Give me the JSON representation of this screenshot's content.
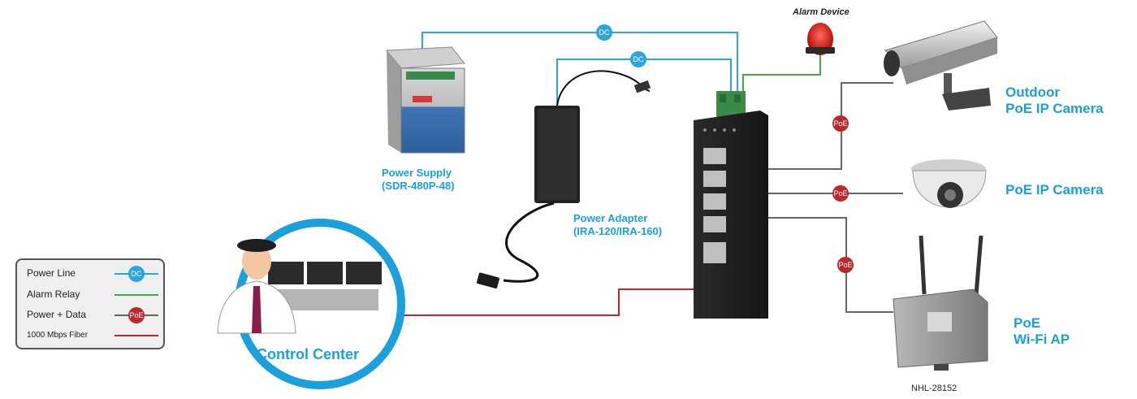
{
  "diagram": {
    "model": "NHL-28152",
    "alarm_device": "Alarm Device",
    "power_supply": {
      "name": "Power Supply",
      "model": "(SDR-480P-48)"
    },
    "power_adapter": {
      "name": "Power Adapter",
      "model": "(IRA-120/IRA-160)"
    },
    "control_center": "Control Center",
    "outdoor_camera": {
      "line1": "Outdoor",
      "line2": "PoE IP Camera"
    },
    "poe_camera": "PoE IP Camera",
    "wifi_ap": {
      "line1": "PoE",
      "line2": "Wi-Fi AP"
    },
    "dc_badge": "DC",
    "poe_badge": "PoE"
  },
  "legend": {
    "power_line": "Power Line",
    "alarm_relay": "Alarm Relay",
    "power_data": "Power + Data",
    "fiber": "1000 Mbps Fiber",
    "dc_badge": "DC",
    "poe_badge": "PoE"
  },
  "colors": {
    "power_line": "#2aa6dd",
    "alarm_relay": "#3fae3f",
    "power_data": "#666666",
    "fiber": "#c0272d",
    "poe_badge": "#c0272d",
    "accent": "#1aa0dc"
  }
}
